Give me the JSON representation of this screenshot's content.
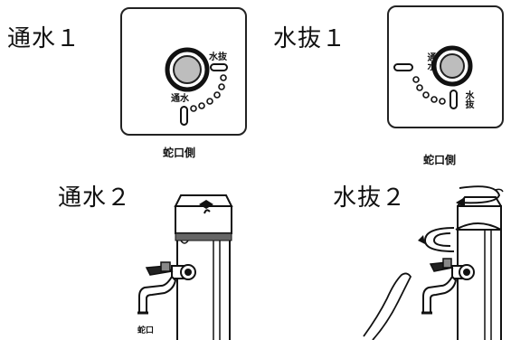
{
  "titles": {
    "flow1": "通水１",
    "drain1": "水抜１",
    "flow2": "通水２",
    "drain2": "水抜２"
  },
  "panel_flow": {
    "label_drain": "水抜",
    "label_flow": "通水",
    "caption": "蛇口側"
  },
  "panel_drain": {
    "label_flow": "通水",
    "label_drain": "水抜",
    "caption": "蛇口側"
  },
  "faucet_label": "蛇口",
  "colors": {
    "ink": "#111111",
    "knob_gray": "#bdbdbd"
  }
}
